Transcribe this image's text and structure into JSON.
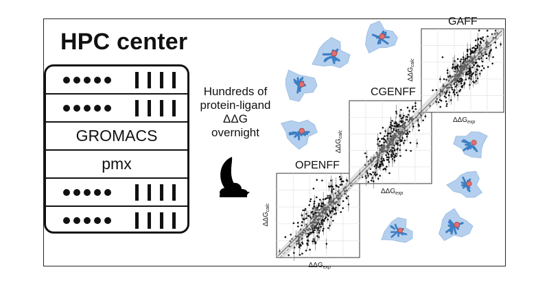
{
  "hpc": {
    "title": "HPC center",
    "rows": [
      "",
      "",
      "GROMACS",
      "pmx",
      "",
      ""
    ]
  },
  "caption": {
    "line1": "Hundreds of",
    "line2": "protein-ligand",
    "line3": "ΔΔG",
    "line4": "overnight"
  },
  "icons": [
    "moon-cloud-icon",
    "protein-structure-icon"
  ],
  "colors": {
    "protein": "#3d7fc4",
    "protein_surface": "#a9c8ec",
    "ligand": "#e07070",
    "points": "#111111"
  },
  "chart_data": [
    {
      "type": "scatter",
      "title": "OPENFF",
      "xlabel": "ΔΔG",
      "xlabel_sub": "exp",
      "ylabel": "ΔΔG",
      "ylabel_sub": "calc",
      "grid": true
    },
    {
      "type": "scatter",
      "title": "CGENFF",
      "xlabel": "ΔΔG",
      "xlabel_sub": "exp",
      "ylabel": "ΔΔG",
      "ylabel_sub": "calc",
      "grid": true
    },
    {
      "type": "scatter",
      "title": "GAFF",
      "xlabel": "ΔΔG",
      "xlabel_sub": "exp",
      "ylabel": "ΔΔG",
      "ylabel_sub": "calc",
      "grid": true
    }
  ]
}
